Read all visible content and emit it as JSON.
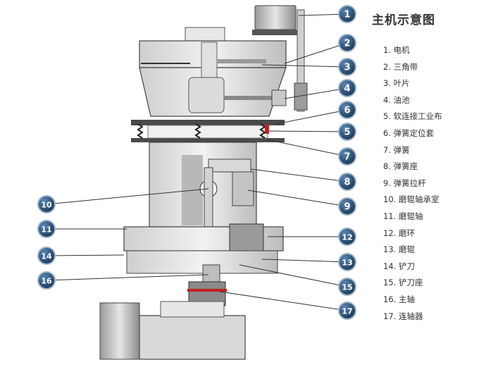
{
  "title": "主机示意图",
  "legend": [
    "1. 电机",
    "2. 三角带",
    "3. 叶片",
    "4. 油池",
    "5. 软连接工业布",
    "6. 弹簧定位套",
    "7. 弹簧",
    "8. 弹簧座",
    "9. 弹簧拉杆",
    "10. 磨辊轴承室",
    "11. 磨辊轴",
    "12. 磨环",
    "13. 磨辊",
    "14. 铲刀",
    "15. 铲刀座",
    "16. 主轴",
    "17. 连轴器"
  ],
  "callouts": [
    {
      "num": "1"
    },
    {
      "num": "2"
    },
    {
      "num": "3"
    },
    {
      "num": "4"
    },
    {
      "num": "6"
    },
    {
      "num": "5"
    },
    {
      "num": "7"
    },
    {
      "num": "8"
    },
    {
      "num": "9"
    },
    {
      "num": "10"
    },
    {
      "num": "11"
    },
    {
      "num": "12"
    },
    {
      "num": "14"
    },
    {
      "num": "13"
    },
    {
      "num": "16"
    },
    {
      "num": "15"
    },
    {
      "num": "17"
    }
  ],
  "colors": {
    "badge_fill": "#1f4670",
    "badge_stroke": "#9fb4c8",
    "steel_light": "#e3e3e3",
    "steel_mid": "#bdbdbd",
    "steel_dark": "#5a5a5a",
    "accent_red": "#c02020"
  }
}
